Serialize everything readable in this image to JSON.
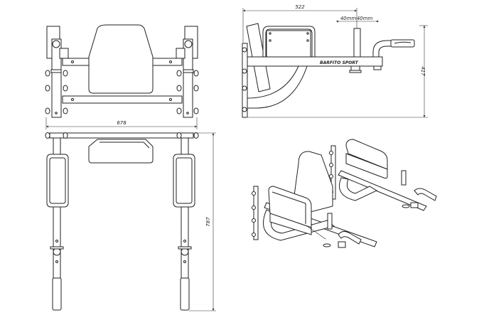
{
  "drawing": {
    "title": "Wall-mounted dip station technical drawing",
    "dimensions": {
      "front_width": "678",
      "top_depth": "787",
      "side_length": "522",
      "side_height": "417",
      "offset_left": "40mm",
      "offset_right": "40mm"
    },
    "brand_logo": "BARFITO SPORT",
    "line_color": "#222222",
    "background_color": "#ffffff"
  }
}
